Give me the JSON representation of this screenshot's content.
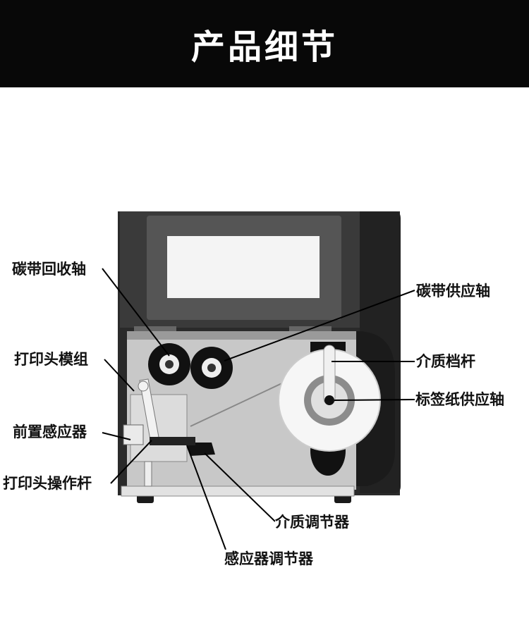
{
  "header": {
    "title": "产品细节"
  },
  "callouts": {
    "ribbon_rewind": "碳带回收轴",
    "ribbon_supply": "碳带供应轴",
    "printhead_module": "打印头模组",
    "media_guide": "介质档杆",
    "label_supply": "标签纸供应轴",
    "front_sensor": "前置感应器",
    "printhead_lever": "打印头操作杆",
    "media_adjuster": "介质调节器",
    "sensor_adjuster": "感应器调节器"
  }
}
